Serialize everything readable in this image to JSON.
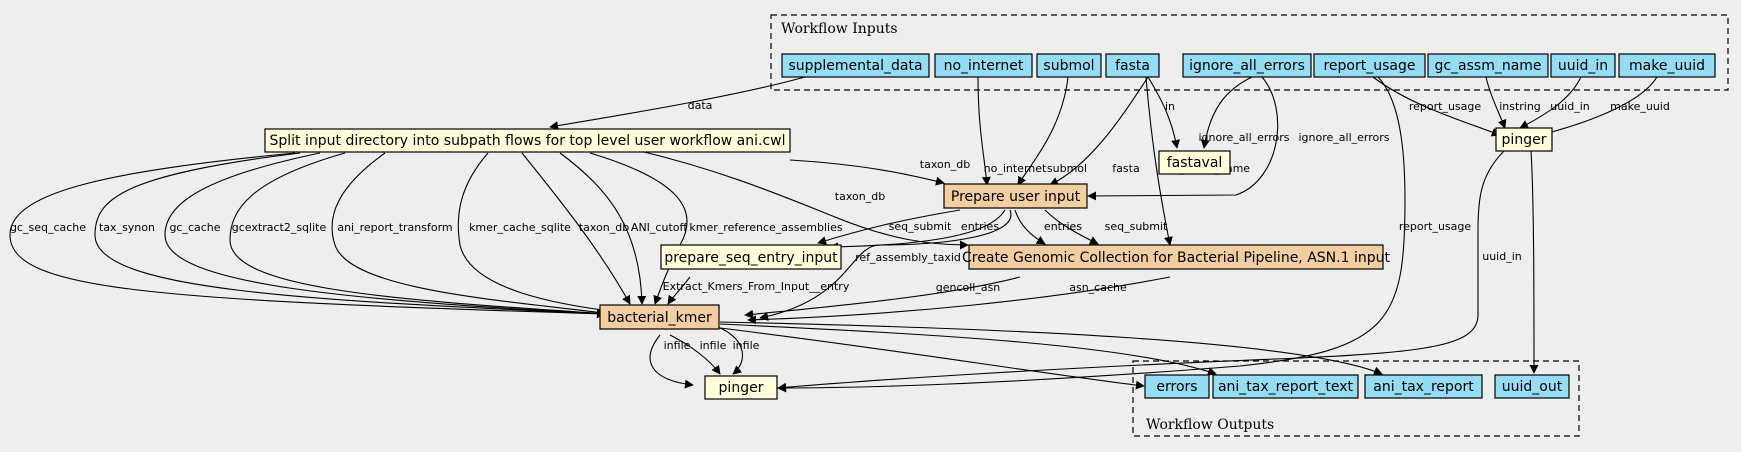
{
  "colors": {
    "background": "#eeeeee",
    "io_node": "#94ddf4",
    "step_node": "#ffffdc",
    "subworkflow_node": "#f3cea1"
  },
  "clusters": {
    "inputs_label": "Workflow Inputs",
    "outputs_label": "Workflow Outputs"
  },
  "nodes": {
    "supplemental_data": "supplemental_data",
    "no_internet": "no_internet",
    "submol": "submol",
    "fasta": "fasta",
    "ignore_all_errors": "ignore_all_errors",
    "report_usage": "report_usage",
    "gc_assm_name": "gc_assm_name",
    "uuid_in": "uuid_in",
    "make_uuid": "make_uuid",
    "split": "Split input directory into subpath flows for top level user workflow ani.cwl",
    "fastaval": "fastaval",
    "pinger_top": "pinger",
    "prepare_user_input": "Prepare user input",
    "prepare_seq_entry_input": "prepare_seq_entry_input",
    "genomic_collection": "Create Genomic Collection for Bacterial Pipeline, ASN.1 input",
    "bacterial_kmer": "bacterial_kmer",
    "pinger_bottom": "pinger",
    "errors": "errors",
    "ani_tax_report_text": "ani_tax_report_text",
    "ani_tax_report": "ani_tax_report",
    "uuid_out": "uuid_out"
  },
  "edge_labels": {
    "data": "data",
    "no_internet": "no_internet",
    "submol": "submol",
    "fasta": "fasta",
    "in": "in",
    "ignore_all_errors_fastaval": "ignore_all_errors",
    "ignore_all_errors_prepare": "ignore_all_errors",
    "gc_assm_name": "gc_assm_name",
    "report_usage_pinger": "report_usage",
    "instring": "instring",
    "uuid_in_pinger": "uuid_in",
    "make_uuid": "make_uuid",
    "report_usage_bottom": "report_usage",
    "uuid_in_bottom": "uuid_in",
    "taxon_db_prepare": "taxon_db",
    "taxon_db_gencoll": "taxon_db",
    "gc_seq_cache": "gc_seq_cache",
    "tax_synon": "tax_synon",
    "gc_cache": "gc_cache",
    "gcextract2_sqlite": "gcextract2_sqlite",
    "ani_report_transform": "ani_report_transform",
    "kmer_cache_sqlite": "kmer_cache_sqlite",
    "taxon_db_kmer": "taxon_db",
    "ani_cutoff": "ANI_cutoff",
    "kmer_reference_assemblies": "kmer_reference_assemblies",
    "seq_submit_prep": "seq_submit",
    "entries_prep": "entries",
    "entries_gencoll": "entries",
    "seq_submit_gencoll": "seq_submit",
    "ref_assembly_taxid": "ref_assembly_taxid",
    "extract_kmers": "Extract_Kmers_From_Input__entry",
    "gencoll_asn": "gencoll_asn",
    "asn_cache": "asn_cache",
    "infile_1": "infile",
    "infile_2": "infile",
    "infile_3": "infile"
  }
}
